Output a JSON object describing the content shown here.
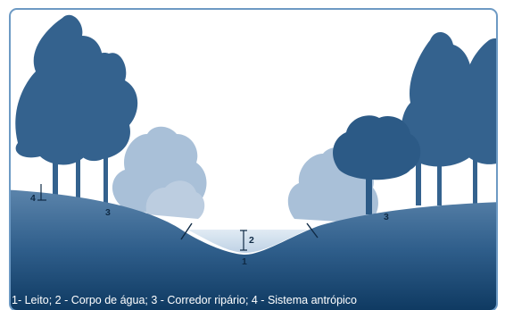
{
  "labels": {
    "leito": "1",
    "corpo_agua": "2",
    "corredor": "3",
    "antropico": "4"
  },
  "caption": "1- Leito; 2 - Corpo de água; 3 - Corredor ripário; 4 - Sistema antrópico",
  "colors": {
    "ground_top": "#5d86ad",
    "ground_bottom": "#0f3a62",
    "water": "#d5e2ee",
    "tree_dark": "#2f5d8a",
    "tree_light": "#a7bfd7",
    "border": "#6d9ac4"
  }
}
